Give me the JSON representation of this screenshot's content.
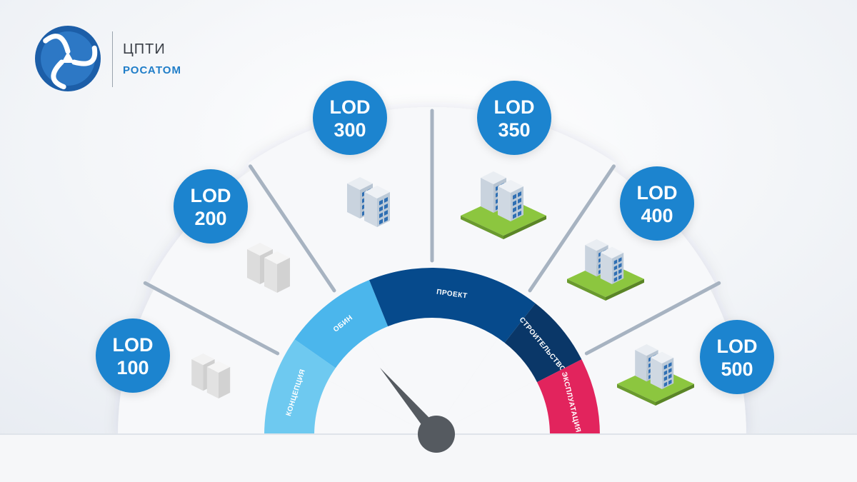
{
  "brand": {
    "name": "ЦПТИ",
    "sub": "РОСАТОМ",
    "logo_icon": "rosatom-logo-icon"
  },
  "lod_levels": [
    {
      "line1": "LOD",
      "line2": "100",
      "icon": "building-white-small-icon"
    },
    {
      "line1": "LOD",
      "line2": "200",
      "icon": "building-white-medium-icon"
    },
    {
      "line1": "LOD",
      "line2": "300",
      "icon": "building-glass-icon"
    },
    {
      "line1": "LOD",
      "line2": "350",
      "icon": "building-with-pipes-icon"
    },
    {
      "line1": "LOD",
      "line2": "400",
      "icon": "building-with-documents-icon"
    },
    {
      "line1": "LOD",
      "line2": "500",
      "icon": "building-with-trees-icon"
    }
  ],
  "phases": [
    {
      "label": "КОНЦЕПЦИЯ",
      "color": "#6ec9f0"
    },
    {
      "label": "ОБИН",
      "color": "#4bb6ec"
    },
    {
      "label": "ПРОЕКТ",
      "color": "#064a8c"
    },
    {
      "label": "СТРОИТЕЛЬСТВО",
      "color": "#0a3768"
    },
    {
      "label": "ЭКСПЛУАТАЦИЯ",
      "color": "#e2245d"
    }
  ],
  "colors": {
    "lod_circle": "#1a84cf",
    "fan_panel": "#f7f8fa",
    "fan_divider": "#a7b3c1",
    "needle": "#555a60"
  }
}
